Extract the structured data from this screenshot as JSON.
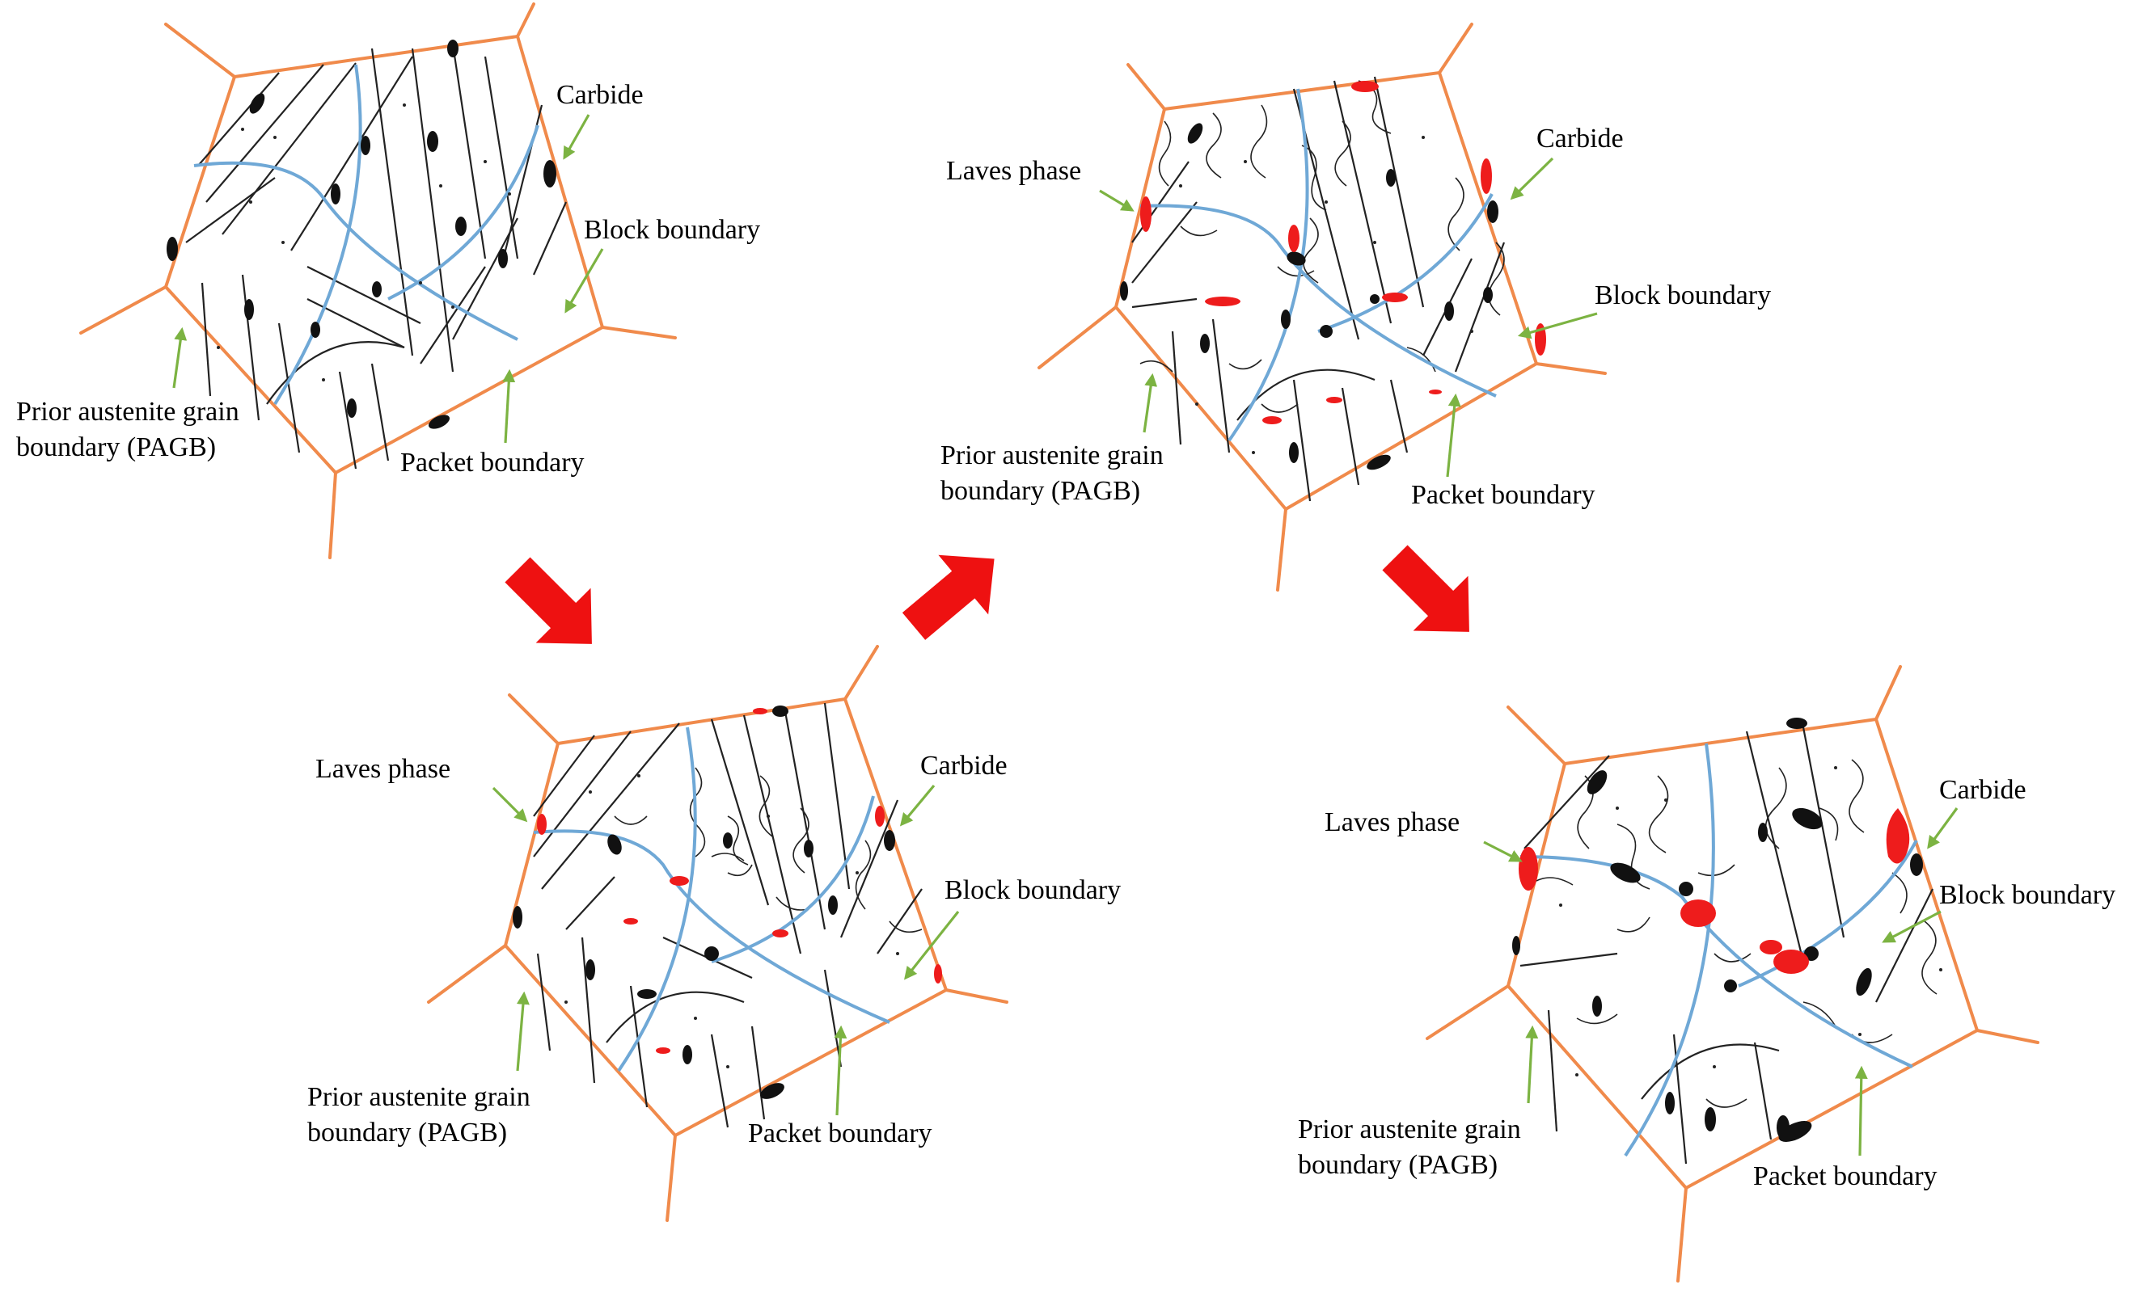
{
  "figure": {
    "stages": [
      {
        "id": "stage-1",
        "labels": {
          "carbide": "Carbide",
          "block_boundary": "Block boundary",
          "pagb_line1": "Prior austenite grain",
          "pagb_line2": "boundary (PAGB)",
          "packet_boundary": "Packet boundary"
        }
      },
      {
        "id": "stage-2",
        "labels": {
          "laves_phase": "Laves phase",
          "carbide": "Carbide",
          "block_boundary": "Block boundary",
          "pagb_line1": "Prior austenite grain",
          "pagb_line2": "boundary (PAGB)",
          "packet_boundary": "Packet boundary"
        }
      },
      {
        "id": "stage-3",
        "labels": {
          "laves_phase": "Laves phase",
          "carbide": "Carbide",
          "block_boundary": "Block boundary",
          "pagb_line1": "Prior austenite grain",
          "pagb_line2": "boundary (PAGB)",
          "packet_boundary": "Packet boundary"
        }
      },
      {
        "id": "stage-4",
        "labels": {
          "laves_phase": "Laves phase",
          "carbide": "Carbide",
          "block_boundary": "Block boundary",
          "pagb_line1": "Prior austenite grain",
          "pagb_line2": "boundary (PAGB)",
          "packet_boundary": "Packet boundary"
        }
      }
    ],
    "colors": {
      "pagb": "#f08a4b",
      "packet_boundary": "#6fa8d6",
      "block_boundary": "#222222",
      "carbide": "#111111",
      "laves_phase": "#ee1c1c",
      "label_arrow": "#7cb342",
      "progression_arrow": "#ee1111"
    },
    "icons": {
      "progression": "red-block-arrow",
      "pointer": "green-arrow"
    }
  }
}
